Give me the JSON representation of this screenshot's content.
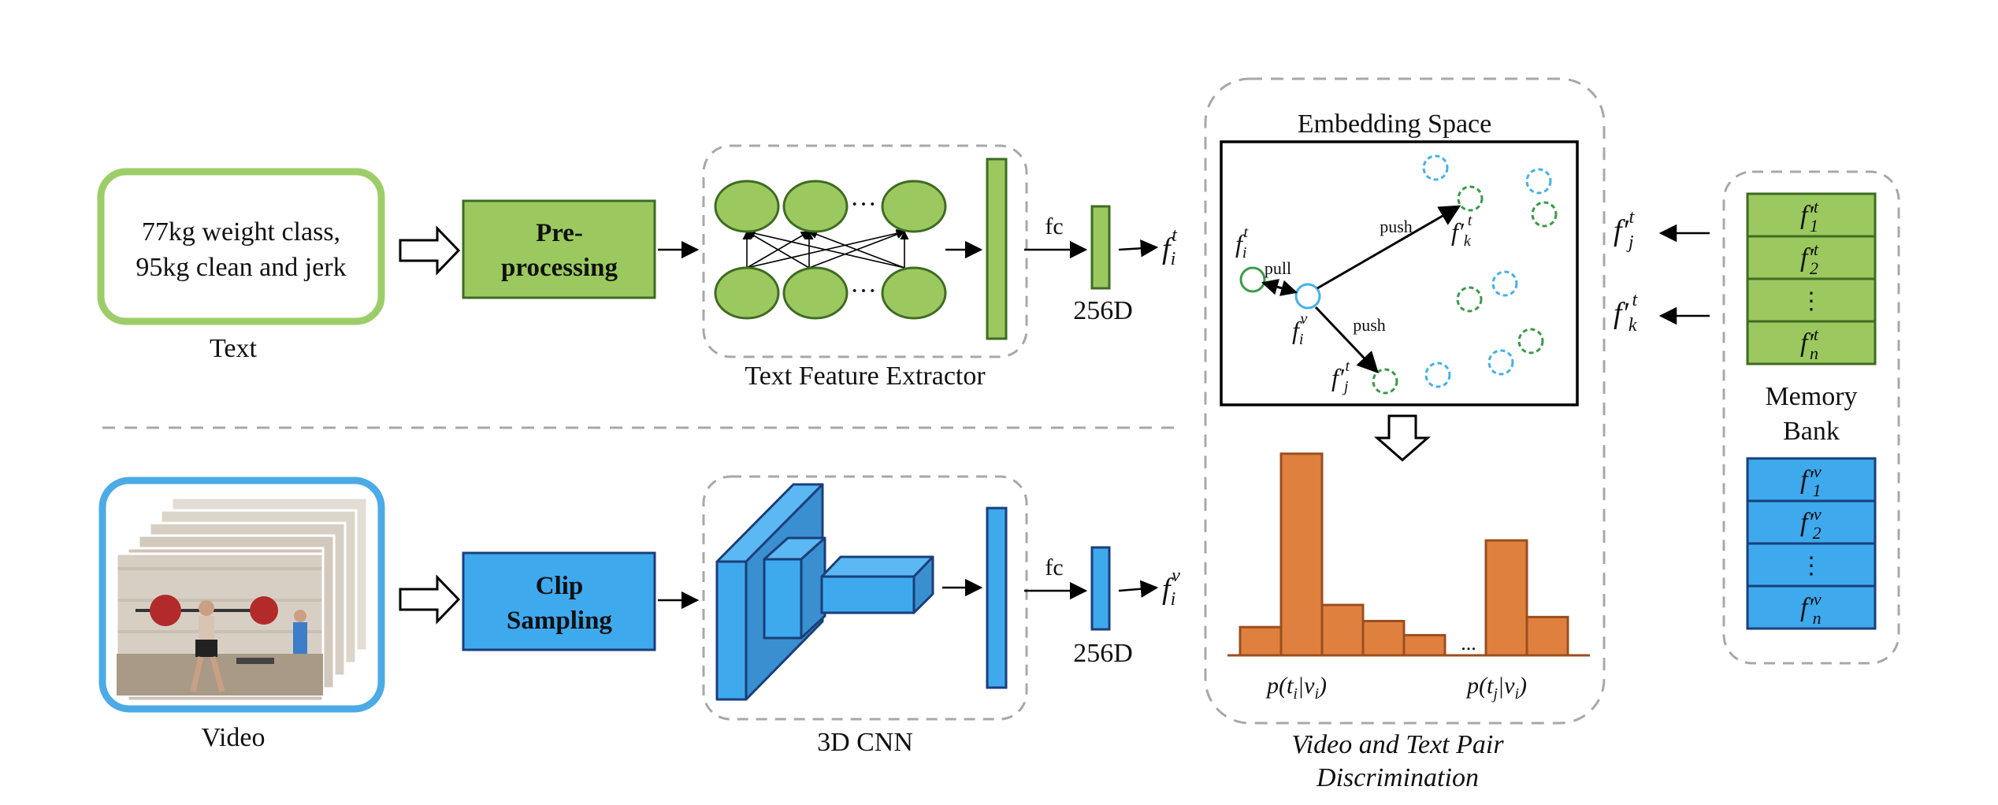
{
  "text_input": {
    "line1": "77kg weight class,",
    "line2": "95kg clean and jerk",
    "caption": "Text"
  },
  "video_input": {
    "caption": "Video"
  },
  "preprocessing": {
    "line1": "Pre-",
    "line2": "processing"
  },
  "clip_sampling": {
    "line1": "Clip",
    "line2": "Sampling"
  },
  "text_extractor": {
    "caption": "Text Feature Extractor",
    "dots": "···"
  },
  "cnn": {
    "caption": "3D CNN"
  },
  "fc_text": "fc",
  "fc_video": "fc",
  "dim_text": "256D",
  "dim_video": "256D",
  "f_text": {
    "base": "f",
    "sub": "i",
    "sup": "t"
  },
  "f_video": {
    "base": "f",
    "sub": "i",
    "sup": "v"
  },
  "embedding": {
    "title": "Embedding Space",
    "pull": "pull",
    "push1": "push",
    "push2": "push",
    "fit": {
      "base": "f",
      "sub": "i",
      "sup": "t"
    },
    "fiv": {
      "base": "f",
      "sub": "i",
      "sup": "v"
    },
    "fkt": {
      "base": "f",
      "prime": "′",
      "sub": "k",
      "sup": "t"
    },
    "fjt": {
      "base": "f",
      "prime": "′",
      "sub": "j",
      "sup": "t"
    }
  },
  "histogram": {
    "ellipsis": "...",
    "label_left": "p(t_i|v_i)",
    "label_right": "p(t_j|v_i)",
    "bar_fractions": [
      0.14,
      1.0,
      0.25,
      0.17,
      0.1,
      0.0,
      0.57,
      0.19
    ]
  },
  "discrimination": {
    "line1": "Video and Text Pair",
    "line2": "Discrimination"
  },
  "memory_bank": {
    "line1": "Memory",
    "line2": "Bank",
    "text_cells": [
      {
        "base": "f",
        "prime": "′",
        "sup": "t",
        "sub": "1"
      },
      {
        "base": "f",
        "prime": "′",
        "sup": "t",
        "sub": "2"
      },
      {
        "vdots": "⋮"
      },
      {
        "base": "f",
        "prime": "′",
        "sup": "t",
        "sub": "n"
      }
    ],
    "video_cells": [
      {
        "base": "f",
        "prime": "′",
        "sup": "v",
        "sub": "1"
      },
      {
        "base": "f",
        "prime": "′",
        "sup": "v",
        "sub": "2"
      },
      {
        "vdots": "⋮"
      },
      {
        "base": "f",
        "prime": "′",
        "sup": "v",
        "sub": "n"
      }
    ],
    "fj_out": {
      "base": "f",
      "prime": "′",
      "sup": "t",
      "sub": "j"
    },
    "fk_out": {
      "base": "f",
      "prime": "′",
      "sup": "t",
      "sub": "k"
    }
  },
  "colors": {
    "green_fill": "#9bc95f",
    "green_stroke": "#3f6b23",
    "green_frame": "#9dcd68",
    "blue_fill": "#3fa9ee",
    "blue_stroke": "#1a3f7a",
    "blue_frame": "#4cabe6",
    "orange_fill": "#e0803f",
    "orange_stroke": "#9a4f1f",
    "dashed": "#a8a8a8",
    "dot_green": "#3a9a4a",
    "dot_blue": "#47b0e6"
  }
}
